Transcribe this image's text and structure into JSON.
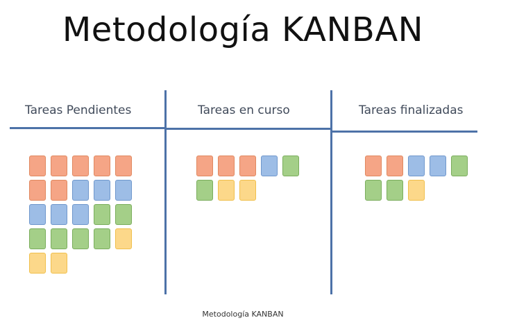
{
  "title": "Metodología KANBAN",
  "caption": "Metodología KANBAN",
  "colors": {
    "line": "#4d72a8",
    "orange": {
      "fill": "#f5a586",
      "border": "#e0885f"
    },
    "blue": {
      "fill": "#9dbde6",
      "border": "#6f97cc"
    },
    "green": {
      "fill": "#a4cf88",
      "border": "#7aad5c"
    },
    "yellow": {
      "fill": "#fcd88a",
      "border": "#f0bf4c"
    }
  },
  "columns": [
    {
      "header": "Tareas Pendientes",
      "cards": [
        "orange",
        "orange",
        "orange",
        "orange",
        "orange",
        "orange",
        "orange",
        "blue",
        "blue",
        "blue",
        "blue",
        "blue",
        "blue",
        "green",
        "green",
        "green",
        "green",
        "green",
        "green",
        "yellow",
        "yellow",
        "yellow"
      ]
    },
    {
      "header": "Tareas en curso",
      "cards": [
        "orange",
        "orange",
        "orange",
        "blue",
        "green",
        "green",
        "yellow",
        "yellow"
      ]
    },
    {
      "header": "Tareas finalizadas",
      "cards": [
        "orange",
        "orange",
        "blue",
        "blue",
        "green",
        "green",
        "green",
        "yellow"
      ]
    }
  ]
}
